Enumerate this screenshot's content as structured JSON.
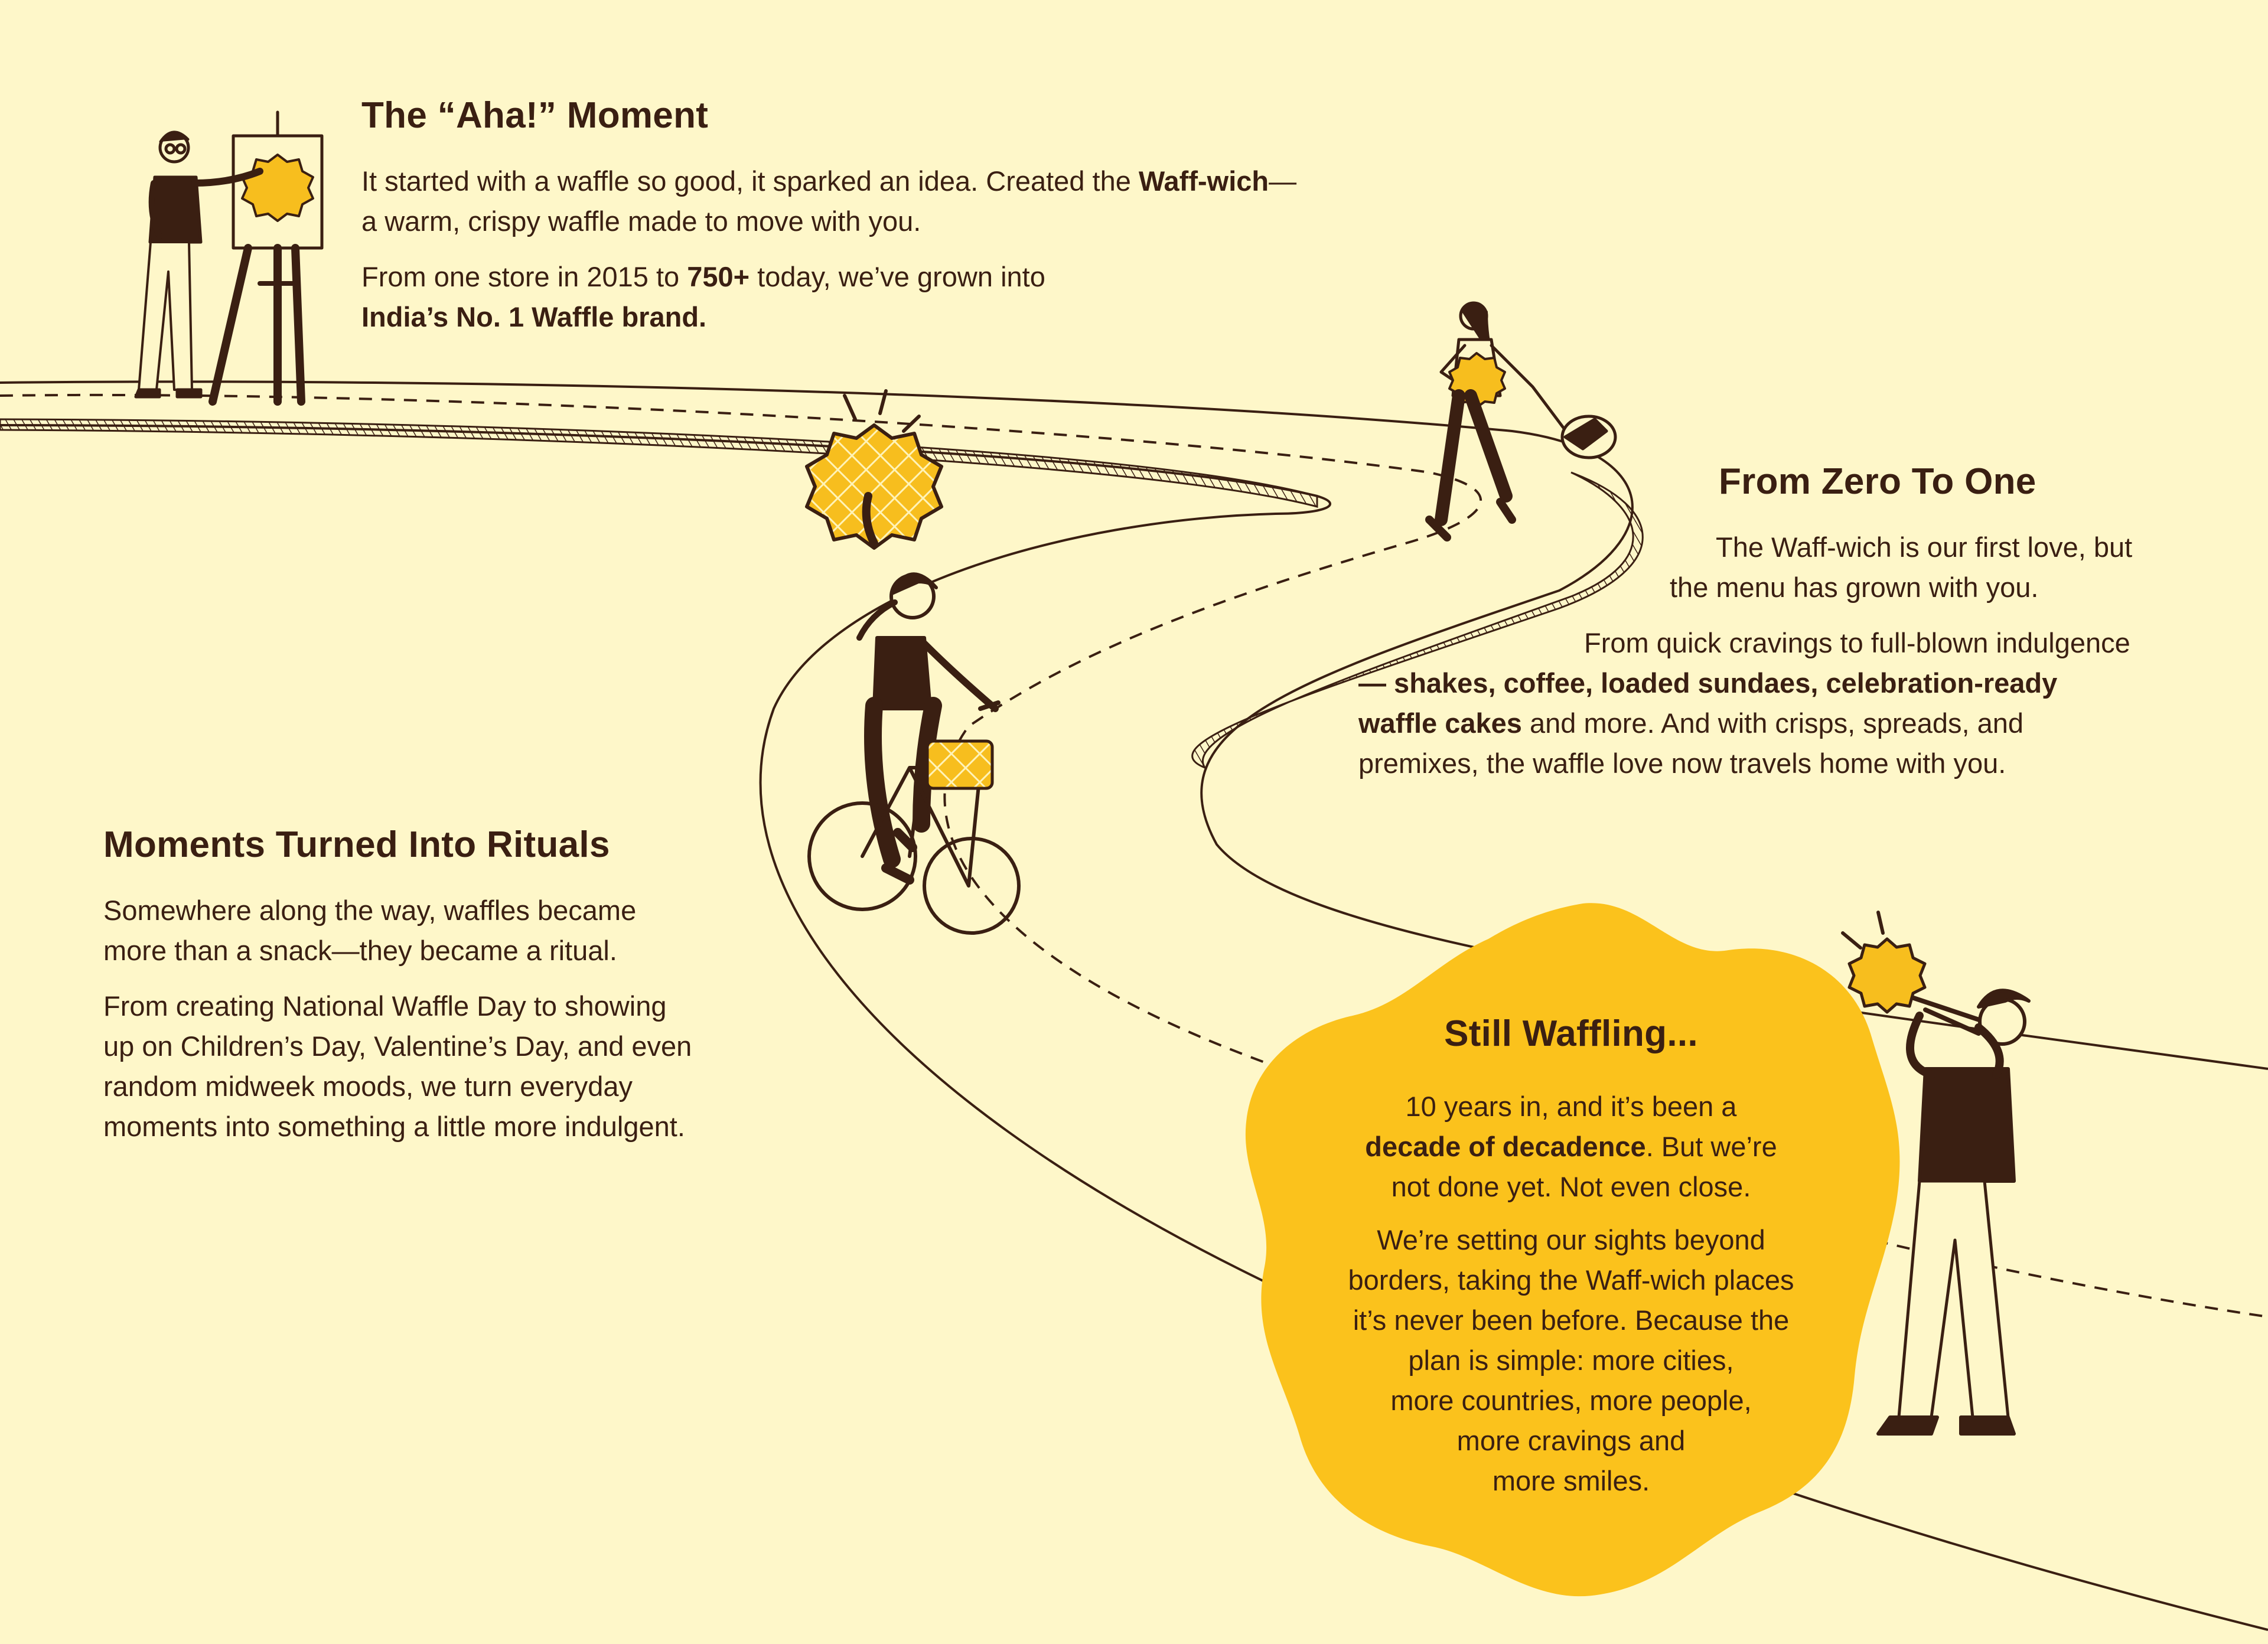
{
  "colors": {
    "background": "#FEF7C9",
    "ink": "#3A1F12",
    "waffle": "#F7BE1E",
    "blob": "#FBC21C"
  },
  "sections": {
    "aha": {
      "title": "The “Aha!” Moment",
      "p1_a": "It started with a waffle so good, it sparked an idea. Created the ",
      "p1_bold": "Waff-wich",
      "p1_b": "—",
      "p1_c": "a warm, crispy waffle made to move with you.",
      "p2_a": "From one store in 2015 to ",
      "p2_bold1": "750+",
      "p2_b": " today, we’ve grown into",
      "p2_bold2": "India’s No. 1 Waffle brand."
    },
    "zero": {
      "title": "From Zero To One",
      "p1_line1": "The Waff-wich is our first love, but",
      "p1_line2": "the menu has grown with you.",
      "p2_line1": "From quick cravings to full-blown indulgence",
      "p2_bold1": "— shakes, coffee, loaded sundaes, celebration-ready",
      "p2_bold2": "waffle cakes",
      "p2_rest": " and more. And with crisps, spreads, and",
      "p2_line4": "premixes, the waffle love now travels home with you."
    },
    "rituals": {
      "title": "Moments Turned Into Rituals",
      "p1_line1": "Somewhere along the way, waffles became",
      "p1_line2": "more than a snack—they became a ritual.",
      "p2_line1": "From creating National Waffle Day to showing",
      "p2_line2": "up on Children’s Day, Valentine’s Day, and even",
      "p2_line3": "random midweek moods, we turn everyday",
      "p2_line4": "moments into something a little more indulgent."
    },
    "still": {
      "title": "Still Waffling...",
      "p1_line1": "10 years in, and it’s been a",
      "p1_bold": "decade of decadence",
      "p1_line2_rest": ". But we’re",
      "p1_line3": "not done yet. Not even close.",
      "p2_line1": "We’re setting our sights beyond",
      "p2_line2": "borders, taking the Waff-wich places",
      "p2_line3": "it’s never been before. Because the",
      "p2_line4": "plan is simple: more cities,",
      "p2_line5": "more countries, more people,",
      "p2_line6": "more cravings and",
      "p2_line7": "more smiles."
    }
  },
  "illustrations": {
    "painter": "person-painting-waffle-icon",
    "walker": "person-walking-with-waffle-icon",
    "cyclist": "person-cycling-holding-waffle-icon",
    "trumpeter": "person-playing-trumpet-icon"
  }
}
